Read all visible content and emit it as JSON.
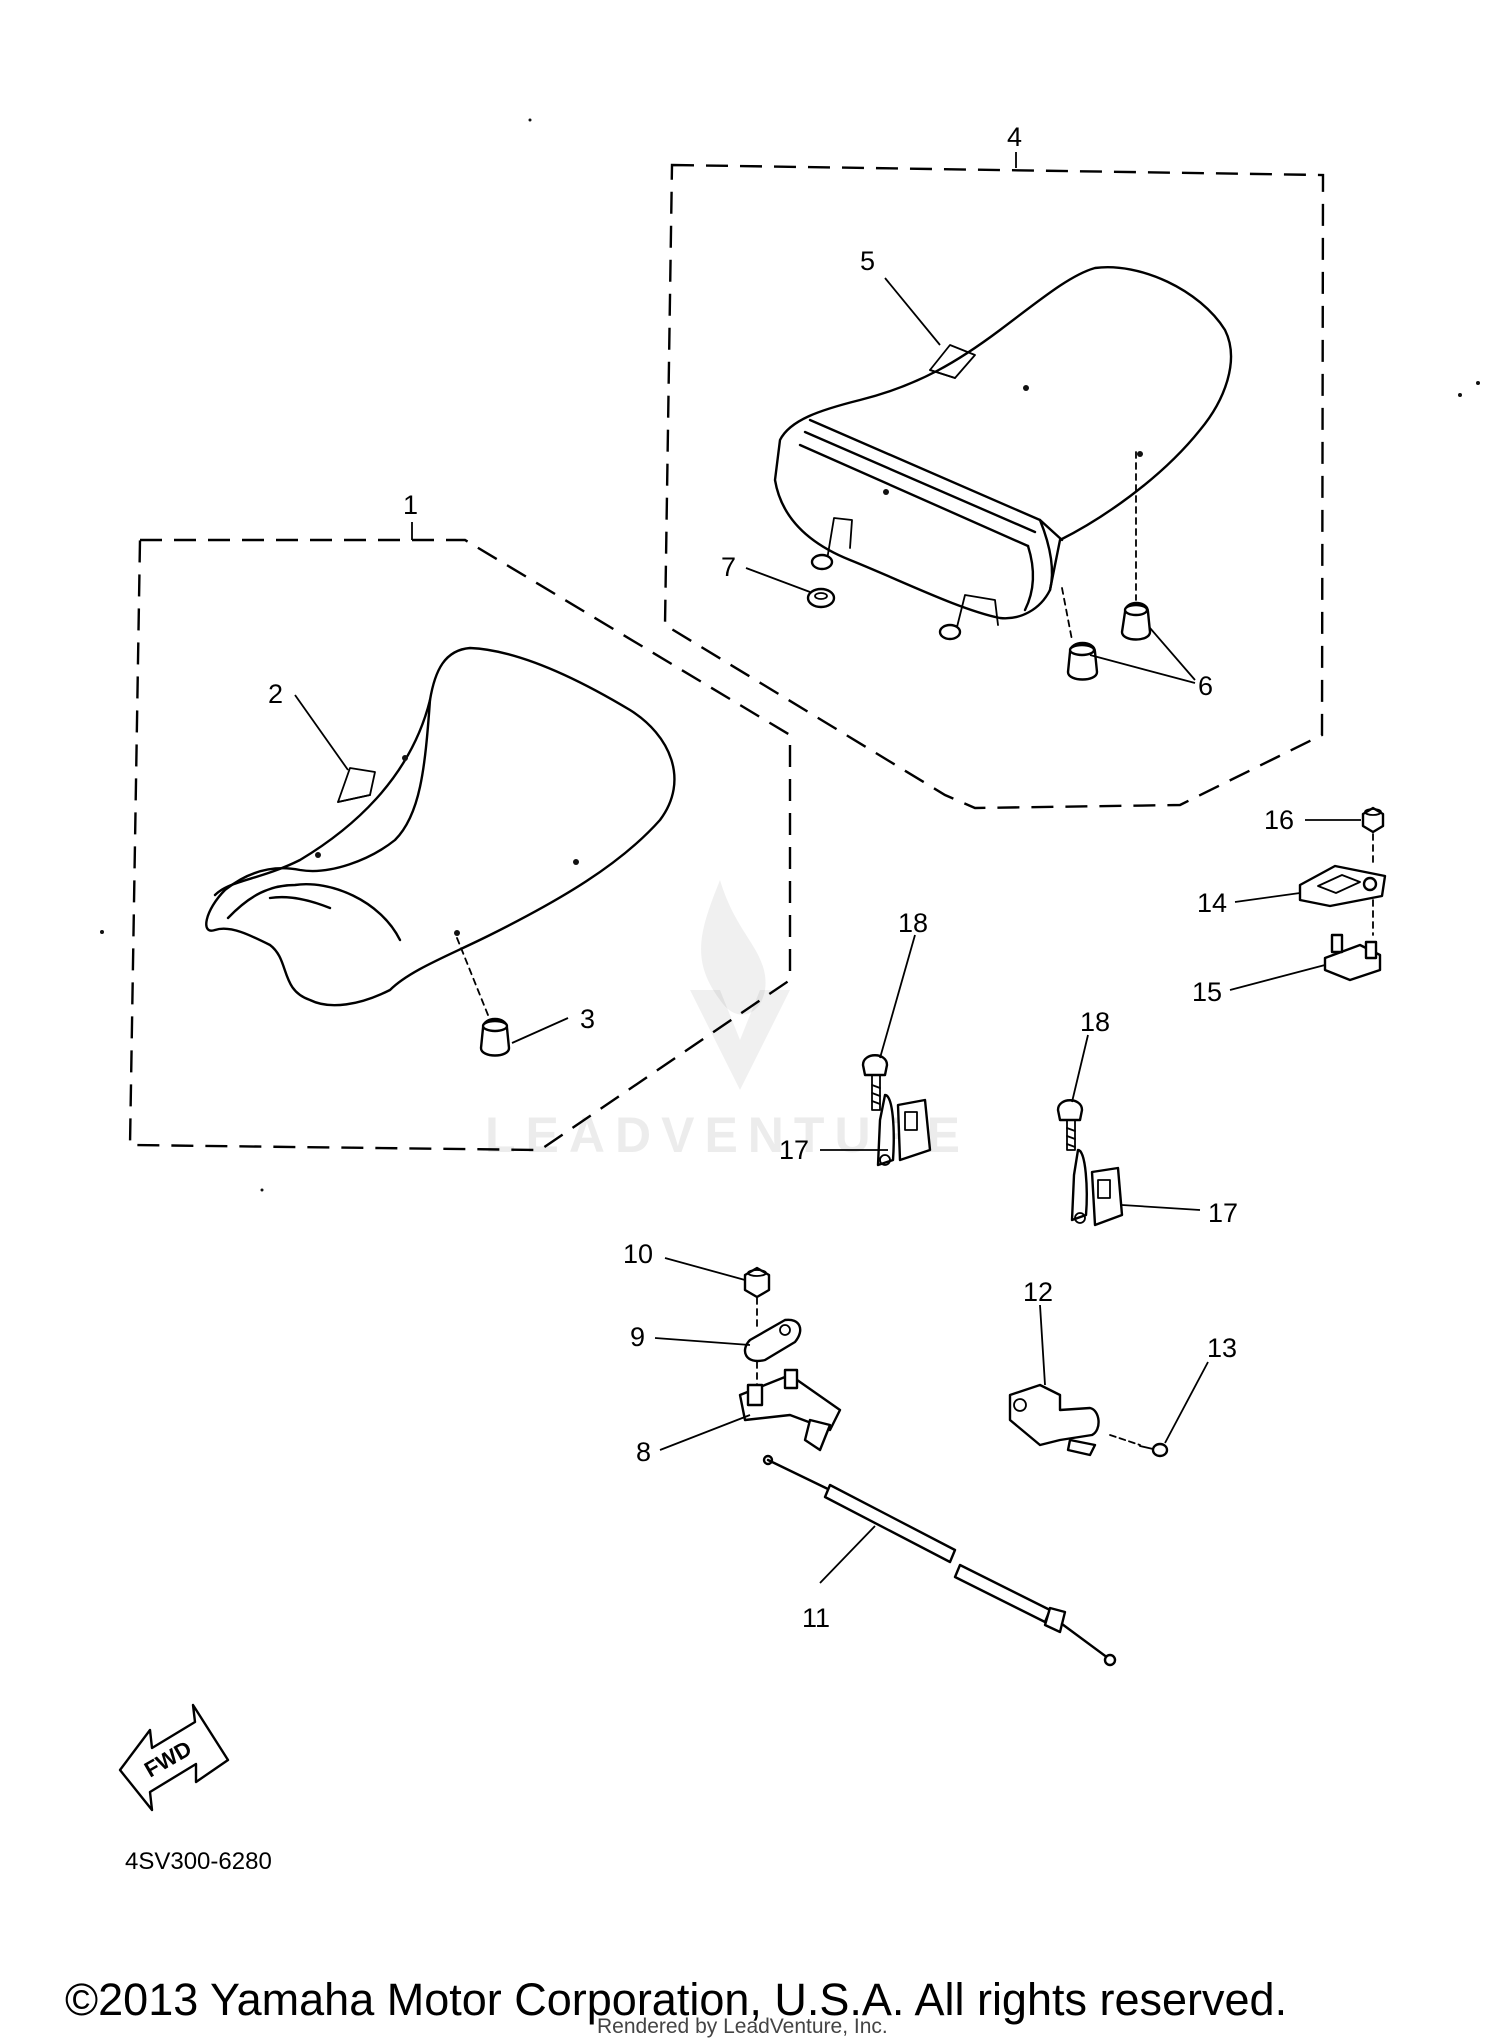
{
  "diagram": {
    "callouts": [
      "1",
      "2",
      "3",
      "4",
      "5",
      "6",
      "7",
      "8",
      "9",
      "10",
      "11",
      "12",
      "13",
      "14",
      "15",
      "16",
      "17",
      "17",
      "18",
      "18"
    ],
    "direction_label": "FWD",
    "diagram_code": "4SV300-6280",
    "watermark": "LEADVENTURE",
    "copyright": "©2013 Yamaha Motor Corporation, U.S.A. All rights reserved.",
    "rendered_by": "Rendered by LeadVenture, Inc."
  }
}
